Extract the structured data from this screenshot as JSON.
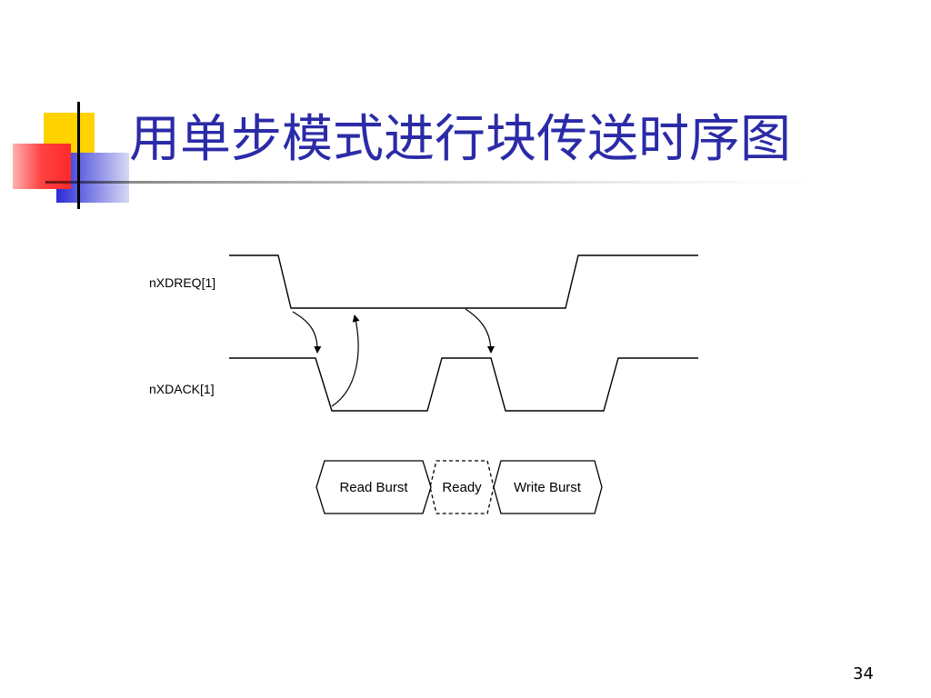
{
  "slide": {
    "title": "用单步模式进行块传送时序图",
    "page_number": "34",
    "accent_colors": {
      "yellow": "#ffd200",
      "red": "#ff3a3a",
      "blue": "#2a2ad8",
      "title": "#2b2ba8"
    }
  },
  "diagram": {
    "signals": [
      {
        "name": "nXDREQ[1]"
      },
      {
        "name": "nXDACK[1]"
      }
    ],
    "phases": [
      {
        "label": "Read Burst",
        "style": "solid"
      },
      {
        "label": "Ready",
        "style": "dashed"
      },
      {
        "label": "Write Burst",
        "style": "solid"
      }
    ]
  }
}
